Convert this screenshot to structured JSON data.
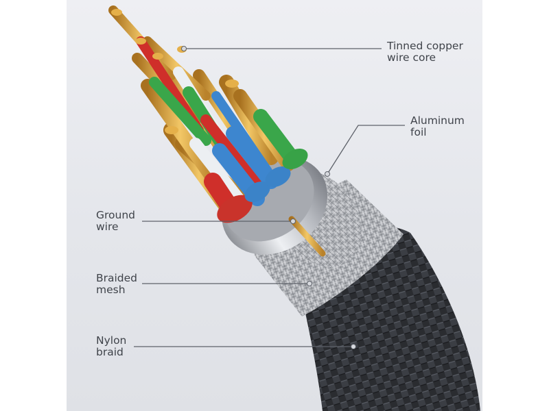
{
  "diagram": {
    "labels": [
      {
        "id": "tinned-copper-wire-core",
        "lines": [
          "Tinned copper",
          "wire core"
        ]
      },
      {
        "id": "aluminum-foil",
        "lines": [
          "Aluminum",
          "foil"
        ]
      },
      {
        "id": "ground-wire",
        "lines": [
          "Ground",
          "wire"
        ]
      },
      {
        "id": "braided-mesh",
        "lines": [
          "Braided",
          "mesh"
        ]
      },
      {
        "id": "nylon-braid",
        "lines": [
          "Nylon",
          "braid"
        ]
      }
    ]
  },
  "colors": {
    "background": "#e9eaef",
    "label_text": "#3f434a",
    "leader_line": "#5d6169",
    "nylon_braid": "#2a2c30",
    "braided_mesh": "#a9acb1",
    "aluminum_foil": "#c4c7cc",
    "copper": "#d9a33f",
    "wire_red": "#cf2f2a",
    "wire_green": "#3aa64a",
    "wire_blue": "#3d86cf",
    "wire_white": "#eceff2"
  }
}
